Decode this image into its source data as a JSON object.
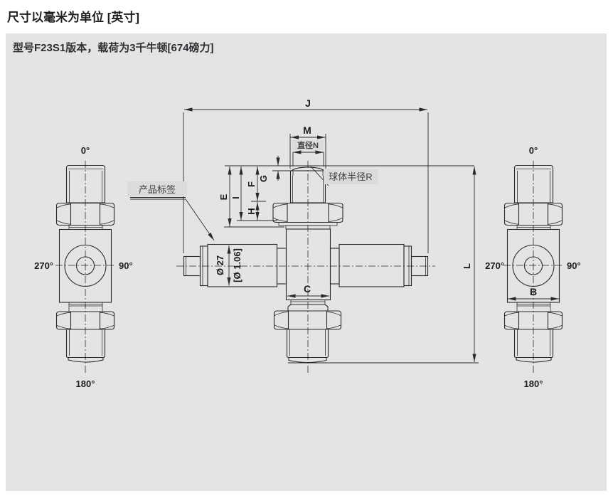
{
  "title": "尺寸以毫米为单位 [英寸]",
  "banner": "型号F23S1版本，载荷为3千牛顿[674磅力]",
  "angles": {
    "top": "0°",
    "right": "90°",
    "bottom": "180°",
    "left": "270°"
  },
  "dims": {
    "j": "J",
    "m": "M",
    "n": "直径N",
    "g": "G",
    "e": "E",
    "i": "I",
    "f": "F",
    "h": "H",
    "c": "C",
    "l": "L",
    "b": "B",
    "dia_mm": "Ø 27",
    "dia_in": "[Ø 1.06]"
  },
  "callouts": {
    "ball_radius": "球体半径R",
    "product_label": "产品标签"
  },
  "colors": {
    "panel_bg": "#e3e4e6",
    "line_color": "#2a2a2c",
    "patch_bg": "#dbdbdd",
    "text_color": "#1f1f21"
  }
}
